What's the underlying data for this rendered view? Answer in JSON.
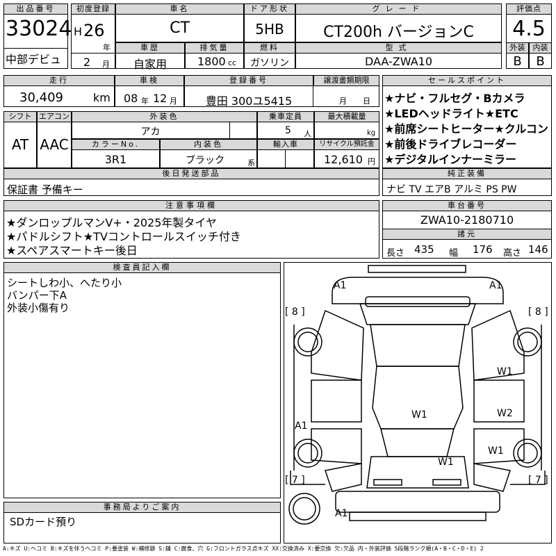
{
  "lot": {
    "header": "出品番号",
    "number": "33024",
    "region": "中部デビュ"
  },
  "first_reg": {
    "header": "初度登録",
    "era": "H",
    "year": "26",
    "year_unit": "年",
    "month": "2",
    "month_unit": "月"
  },
  "car_name": {
    "header": "車名",
    "value": "CT"
  },
  "door": {
    "header": "ドア形状",
    "value": "5HB"
  },
  "grade": {
    "header": "グレード",
    "value": "CT200h バージョンC"
  },
  "score": {
    "header": "評価点",
    "value": "4.5"
  },
  "history": {
    "header": "車歴",
    "value": "自家用"
  },
  "displacement": {
    "header": "排気量",
    "value": "1800",
    "unit": "cc"
  },
  "fuel": {
    "header": "燃料",
    "value": "ガソリン"
  },
  "model_code": {
    "header": "型式",
    "value": "DAA-ZWA10"
  },
  "ext_int": {
    "ext_header": "外装",
    "int_header": "内装",
    "ext": "B",
    "int": "B"
  },
  "mileage": {
    "header": "走行",
    "value": "30,409",
    "unit": "km"
  },
  "inspection": {
    "header": "車検",
    "year": "08",
    "year_unit": "年",
    "month": "12",
    "month_unit": "月"
  },
  "plate": {
    "header": "登録番号",
    "value": "豊田 300ユ5415"
  },
  "transfer": {
    "header": "譲渡書類期限",
    "month_unit": "月",
    "day_unit": "日"
  },
  "sales_points": {
    "header": "セールスポイント",
    "items": [
      "★ナビ・フルセグ・Bカメラ",
      "★LEDヘッドライト★ETC",
      "★前席シートヒーター★クルコン",
      "★前後ドライブレコーダー",
      "★デジタルインナーミラー"
    ]
  },
  "shift": {
    "header": "シフト",
    "value": "AT"
  },
  "aircon": {
    "header": "エアコン",
    "value": "AAC"
  },
  "ext_color": {
    "header": "外装色",
    "value": "アカ"
  },
  "capacity": {
    "header": "乗車定員",
    "value": "5",
    "unit": "人"
  },
  "max_load": {
    "header": "最大積載量",
    "unit": "kg"
  },
  "color_no": {
    "header": "カラーNo.",
    "value": "3R1"
  },
  "int_color": {
    "header": "内装色",
    "value": "ブラック",
    "suffix": "系"
  },
  "import": {
    "header": "輸入車"
  },
  "recycle": {
    "header": "リサイクル預託金",
    "value": "12,610",
    "unit": "円"
  },
  "later_parts": {
    "header": "後日発送部品",
    "value": "保証書 予備キー"
  },
  "equipment": {
    "header": "純正装備",
    "value": "ナビ TV エアB アルミ PS PW"
  },
  "notes": {
    "header": "注意事項欄",
    "items": [
      "★ダンロップルマンV+・2025年製タイヤ",
      "★パドルシフト★TVコントロールスイッチ付き",
      "★スペアスマートキー後日"
    ]
  },
  "chassis": {
    "header": "車台番号",
    "value": "ZWA10-2180710"
  },
  "dims": {
    "header": "諸元",
    "length_label": "長さ",
    "length": "435",
    "width_label": "幅",
    "width": "176",
    "height_label": "高さ",
    "height": "146"
  },
  "inspector": {
    "header": "検査員記入欄",
    "lines": [
      "シートしわ小、へたり小",
      "バンパー下A",
      "外装小傷有り"
    ]
  },
  "office": {
    "header": "事務局よりご案内",
    "value": "SDカード預り"
  },
  "diagram_marks": {
    "a1_front_left": "A1",
    "a1_front_right": "A1",
    "tire_fl": "[ 8 ]",
    "tire_fr": "[ 8 ]",
    "tire_rl": "[ 7 ]",
    "tire_rr": "[ 7 ]",
    "w1_right_front": "W1",
    "w1_roof": "W1",
    "w2_right_rear": "W2",
    "w1_right_lower": "W1",
    "w1_rear": "W1",
    "a1_left": "A1",
    "a1_rear": "A1"
  },
  "legend": "A:キズ U:ヘコミ B:キズを伴うヘコミ P:要塗装 W:補修跡 S:錆 C:腐食、穴 G:フロントガラス点キズ XX:交換済み X:要交換 欠:欠品 内・外装評価 5段階ランク順(A・B・C・D・E) 2"
}
